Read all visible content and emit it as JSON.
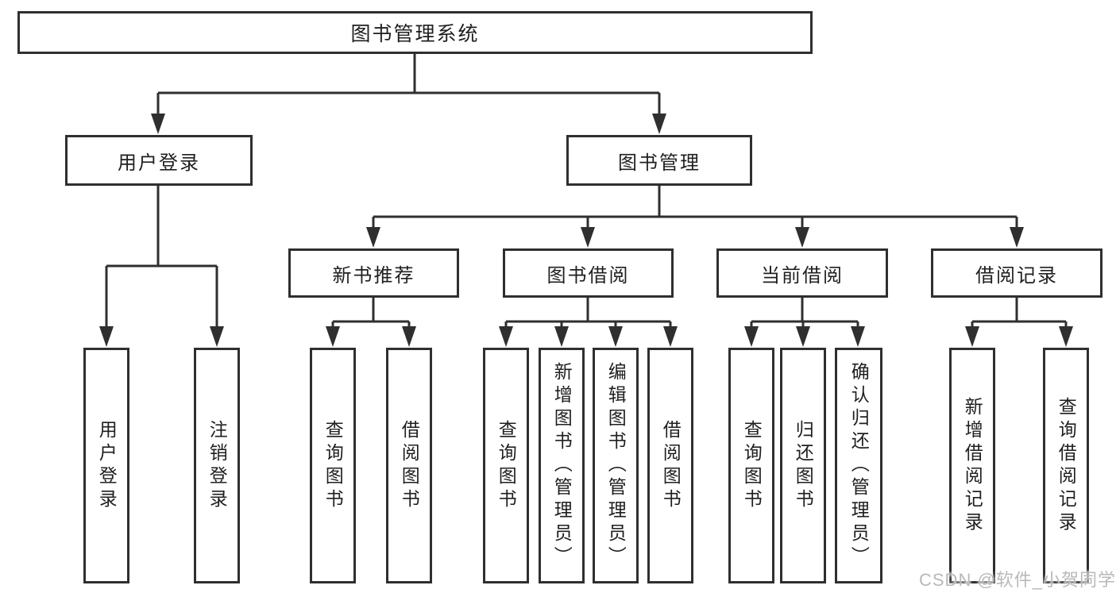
{
  "tree": {
    "root": "图书管理系统",
    "children": [
      {
        "label": "用户登录",
        "children": [
          {
            "label": "用户登录"
          },
          {
            "label": "注销登录"
          }
        ]
      },
      {
        "label": "图书管理",
        "children": [
          {
            "label": "新书推荐",
            "children": [
              {
                "label": "查询图书"
              },
              {
                "label": "借阅图书"
              }
            ]
          },
          {
            "label": "图书借阅",
            "children": [
              {
                "label": "查询图书"
              },
              {
                "label": "新增图书（管理员）"
              },
              {
                "label": "编辑图书（管理员）"
              },
              {
                "label": "借阅图书"
              }
            ]
          },
          {
            "label": "当前借阅",
            "children": [
              {
                "label": "查询图书"
              },
              {
                "label": "归还图书"
              },
              {
                "label": "确认归还（管理员）"
              }
            ]
          },
          {
            "label": "借阅记录",
            "children": [
              {
                "label": "新增借阅记录"
              },
              {
                "label": "查询借阅记录"
              }
            ]
          }
        ]
      }
    ]
  },
  "watermark": {
    "text": "CSDN @软件_小贺同学"
  },
  "colors": {
    "line": "#2f2f2f",
    "box_border": "#2f2f2f",
    "text": "#1f1f1f",
    "watermark": "#b9b9b9",
    "background": "#ffffff"
  }
}
